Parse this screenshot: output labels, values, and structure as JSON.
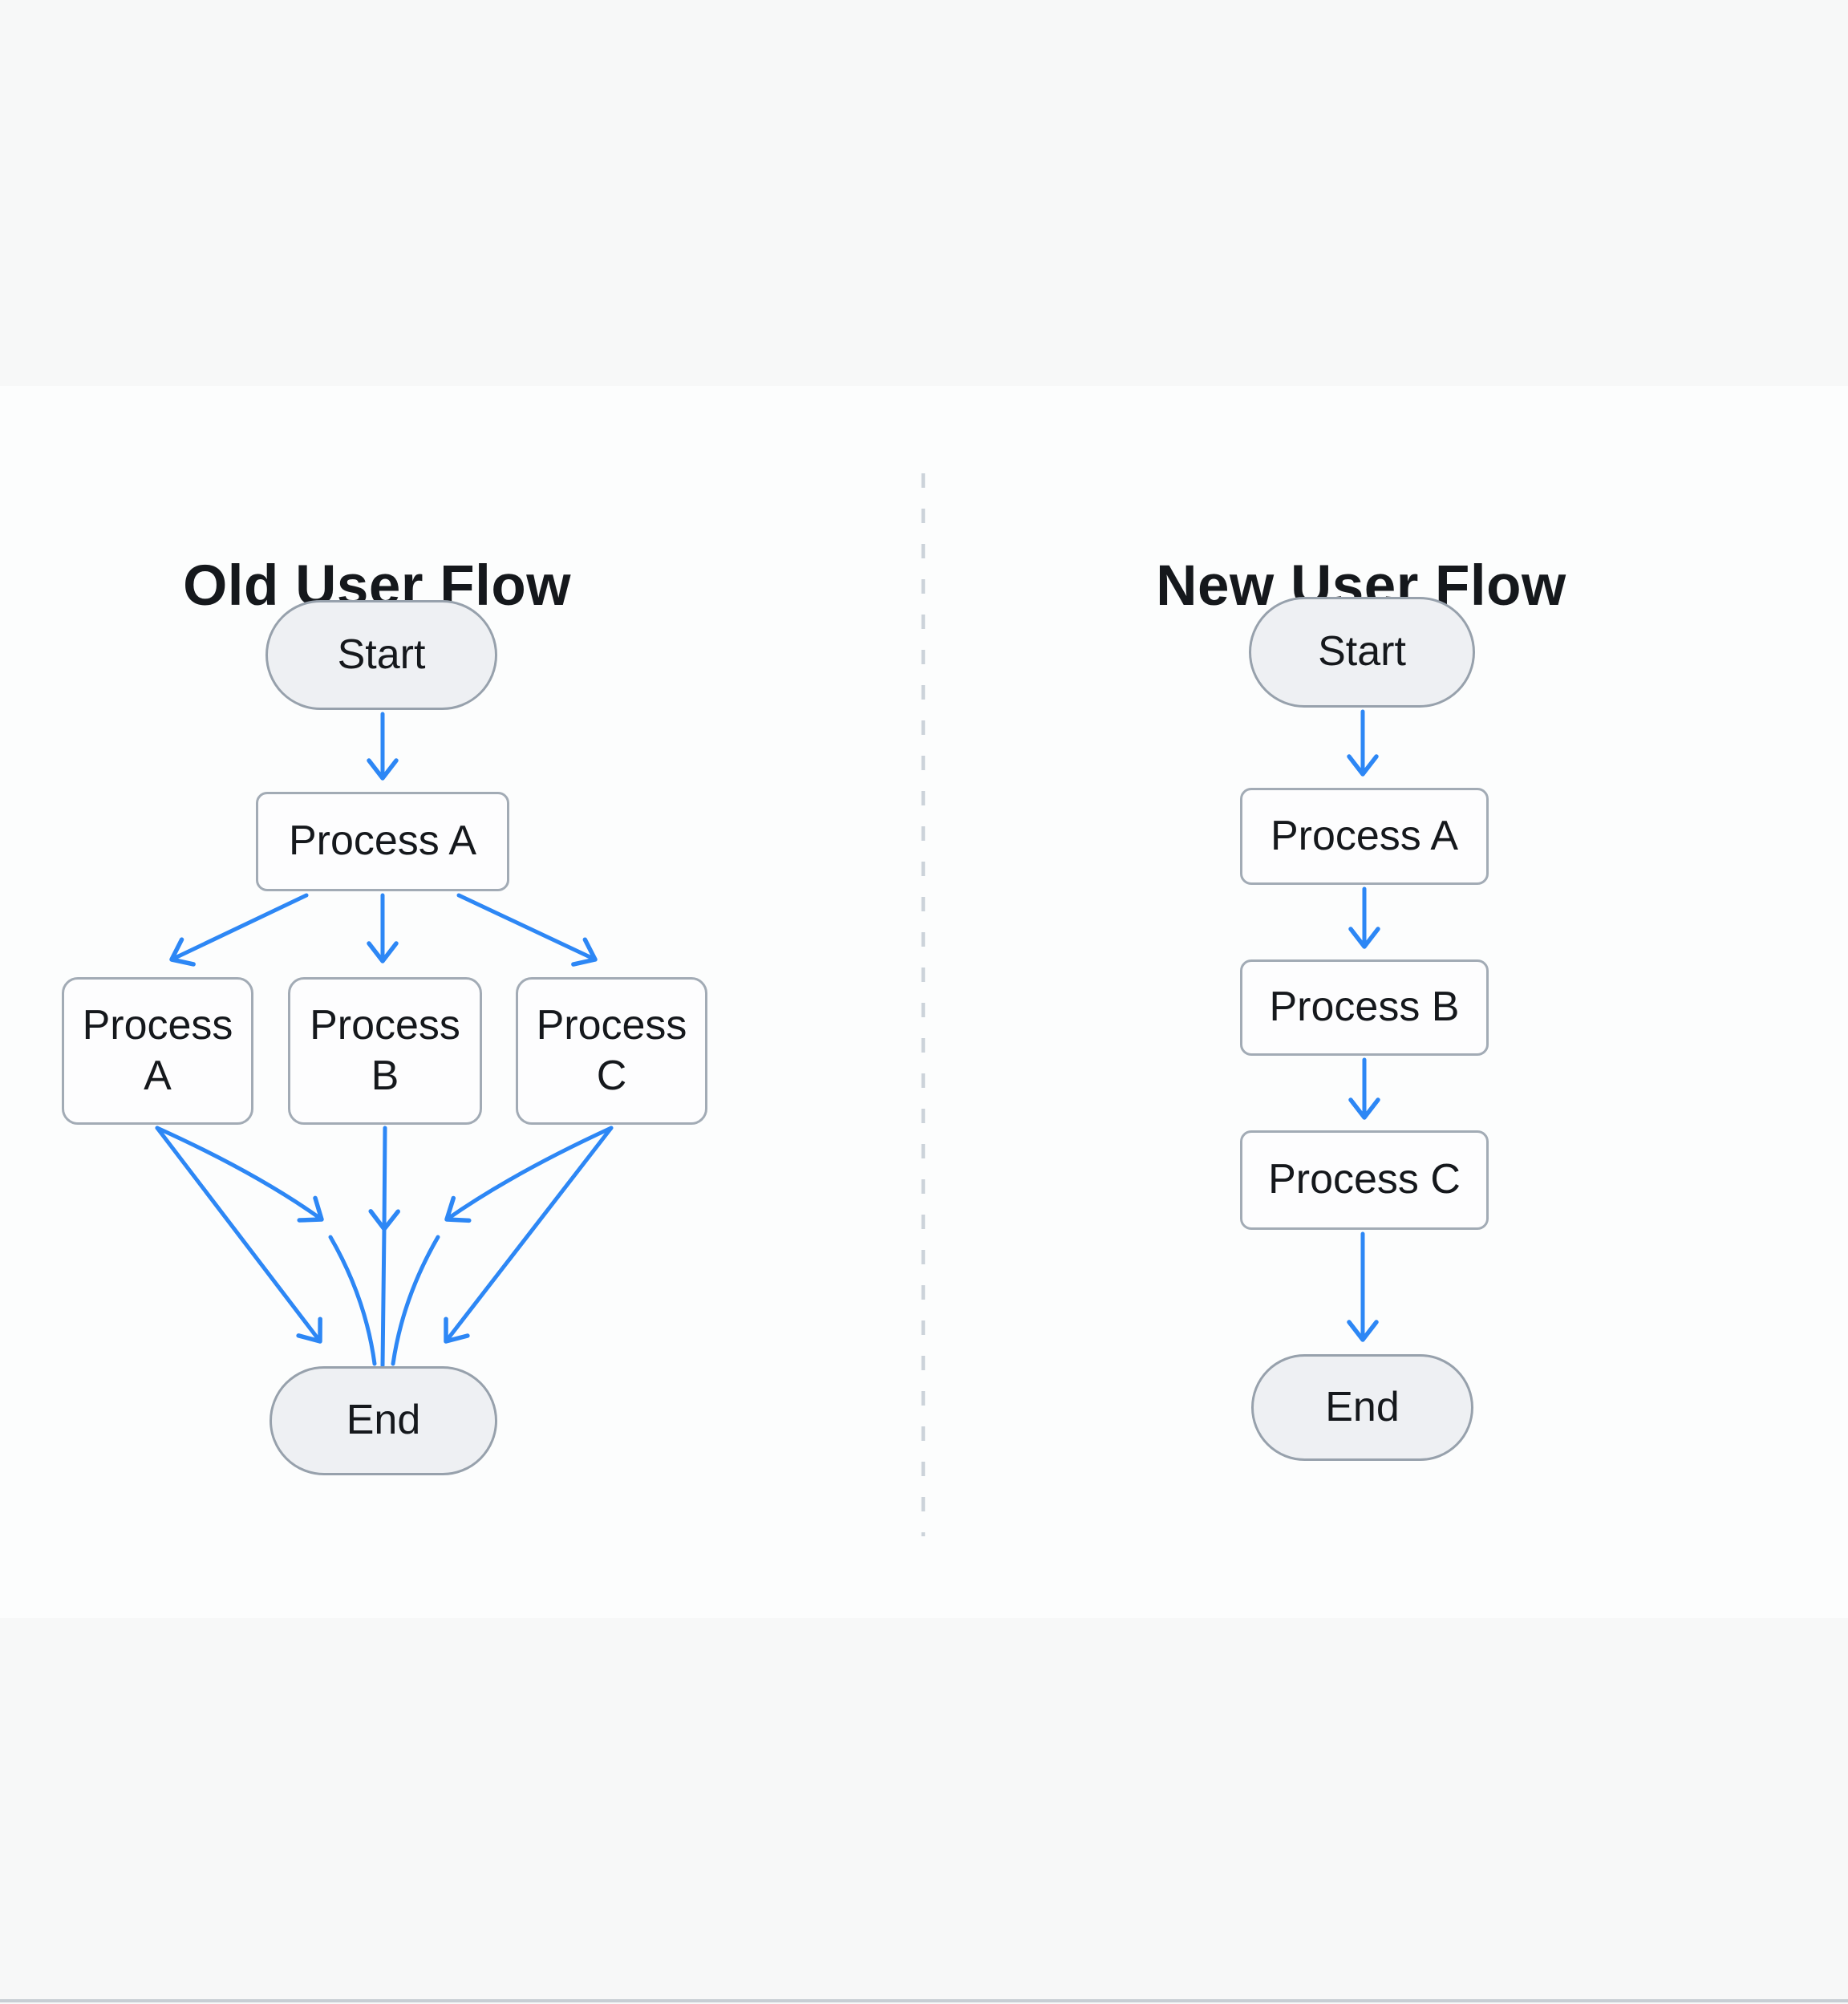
{
  "left_flow": {
    "title": "Old User Flow",
    "start": "Start",
    "process_a": "Process A",
    "branch_a": "Process A",
    "branch_b": "Process B",
    "branch_c": "Process C",
    "end": "End"
  },
  "right_flow": {
    "title": "New User Flow",
    "start": "Start",
    "process_a": "Process A",
    "process_b": "Process B",
    "process_c": "Process C",
    "end": "End"
  },
  "colors": {
    "arrow_accent": "#2d87f5",
    "node_border": "#97a1ac",
    "pill_fill": "#eef0f3",
    "box_fill": "#fdfdfe",
    "divider_dash": "#ccd3da",
    "background_outer": "#f7f8f8",
    "background_main": "#fcfdfd",
    "bottom_line": "#c8ced4",
    "text": "#15181c"
  }
}
